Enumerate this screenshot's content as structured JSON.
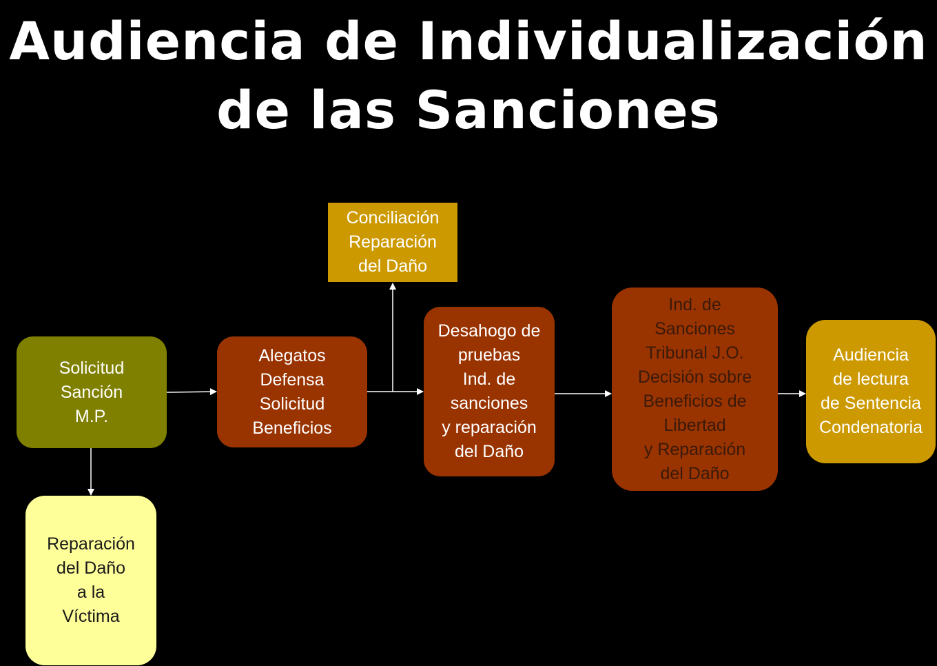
{
  "title": {
    "line1": "Audiencia de Individualización",
    "line2": "de las Sanciones"
  },
  "colors": {
    "background": "#000000",
    "olive": "#808000",
    "rust": "#993300",
    "gold": "#CC9900",
    "pale_yellow": "#FFFF99",
    "connector": "#ffffff"
  },
  "nodes": {
    "solicitud": {
      "lines": [
        "Solicitud",
        "Sanción",
        "M.P."
      ]
    },
    "reparacion_victima": {
      "lines": [
        "Reparación",
        "del Daño",
        "a la",
        "Víctima"
      ]
    },
    "alegatos": {
      "lines": [
        "Alegatos",
        "Defensa",
        "Solicitud",
        "Beneficios"
      ]
    },
    "conciliacion": {
      "lines": [
        "Conciliación",
        "Reparación",
        "del Daño"
      ]
    },
    "desahogo": {
      "lines": [
        "Desahogo de",
        "pruebas",
        "Ind. de",
        "sanciones",
        "y reparación",
        "del Daño"
      ]
    },
    "individualizacion": {
      "lines": [
        "Ind. de",
        "Sanciones",
        "Tribunal J.O.",
        "Decisión sobre",
        "Beneficios de",
        "Libertad",
        "y Reparación",
        "del Daño"
      ]
    },
    "audiencia_lectura": {
      "lines": [
        "Audiencia",
        "de lectura",
        "de Sentencia",
        "Condenatoria"
      ]
    }
  }
}
